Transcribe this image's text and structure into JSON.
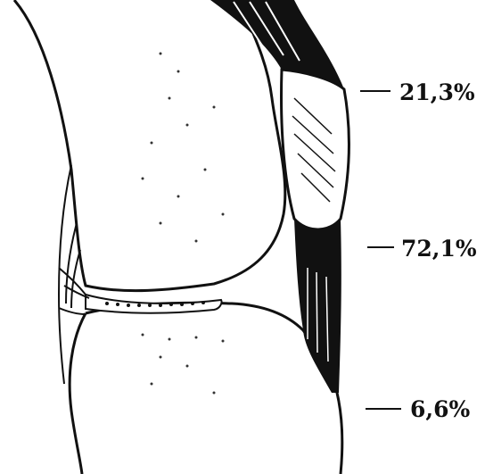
{
  "labels": [
    {
      "text": "21,3%",
      "value": 21.3
    },
    {
      "text": "72,1%",
      "value": 72.1
    },
    {
      "text": "6,6%",
      "value": 6.6
    }
  ],
  "colors": {
    "ink": "#111111",
    "paper": "#ffffff"
  }
}
